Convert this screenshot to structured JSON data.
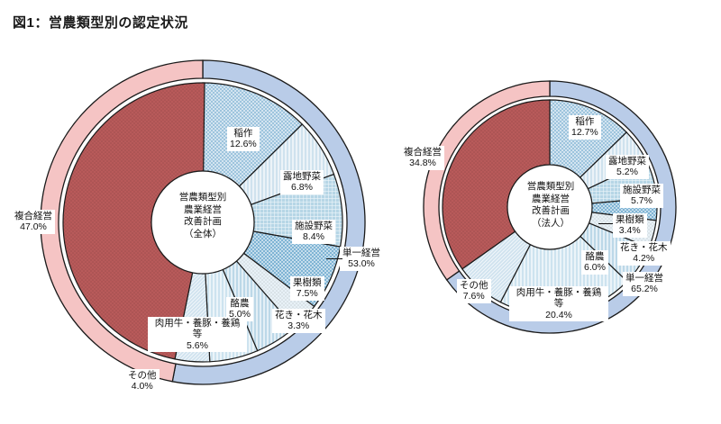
{
  "figure": {
    "title": "図1：営農類型別の認定状況"
  },
  "charts": [
    {
      "id": "overall",
      "center_lines": [
        "営農類型別",
        "農業経営",
        "改善計画",
        "（全体）"
      ],
      "outer": [
        {
          "label": "単一経営",
          "pct": "53.0%",
          "value": 53.0,
          "color": "#b9cce8"
        },
        {
          "label": "複合経営",
          "pct": "47.0%",
          "value": 47.0,
          "color": "#f5c4c4"
        }
      ],
      "inner": [
        {
          "label": "稲作",
          "pct": "12.6%",
          "value": 12.6,
          "color": "#9dc4dd",
          "pattern": "checker"
        },
        {
          "label": "露地野菜",
          "pct": "6.8%",
          "value": 6.8,
          "color": "#cfe2ee",
          "pattern": "vstripe"
        },
        {
          "label": "施設野菜",
          "pct": "8.4%",
          "value": 8.4,
          "color": "#b6d6e6",
          "pattern": "grid"
        },
        {
          "label": "果樹類",
          "pct": "7.5%",
          "value": 7.5,
          "color": "#7fb4d4",
          "pattern": "checker"
        },
        {
          "label": "花き・花木",
          "pct": "3.3%",
          "value": 3.3,
          "color": "#e8f1f7",
          "pattern": "dots"
        },
        {
          "label": "酪農",
          "pct": "5.0%",
          "value": 5.0,
          "color": "#bcd8e8",
          "pattern": "vstripe"
        },
        {
          "label": "肉用牛・養豚・養鶏等",
          "pct": "5.6%",
          "value": 5.6,
          "color": "#cde3ef",
          "pattern": "vstripe"
        },
        {
          "label": "その他",
          "pct": "4.0%",
          "value": 4.0,
          "color": "#cfe2ee",
          "pattern": "dstripe"
        },
        {
          "label": "複合経営",
          "pct": "47.0%",
          "value": 47.0,
          "color": "#b85a5a",
          "pattern": "dots"
        }
      ]
    },
    {
      "id": "corporation",
      "center_lines": [
        "営農類型別",
        "農業経営",
        "改善計画",
        "（法人）"
      ],
      "outer": [
        {
          "label": "単一経営",
          "pct": "65.2%",
          "value": 65.2,
          "color": "#b9cce8"
        },
        {
          "label": "複合経営",
          "pct": "34.8%",
          "value": 34.8,
          "color": "#f5c4c4"
        }
      ],
      "inner": [
        {
          "label": "稲作",
          "pct": "12.7%",
          "value": 12.7,
          "color": "#9dc4dd",
          "pattern": "checker"
        },
        {
          "label": "露地野菜",
          "pct": "5.2%",
          "value": 5.2,
          "color": "#cfe2ee",
          "pattern": "vstripe"
        },
        {
          "label": "施設野菜",
          "pct": "5.7%",
          "value": 5.7,
          "color": "#b6d6e6",
          "pattern": "grid"
        },
        {
          "label": "果樹類",
          "pct": "3.4%",
          "value": 3.4,
          "color": "#7fb4d4",
          "pattern": "checker"
        },
        {
          "label": "花き・花木",
          "pct": "4.2%",
          "value": 4.2,
          "color": "#e8f1f7",
          "pattern": "dots"
        },
        {
          "label": "酪農",
          "pct": "6.0%",
          "value": 6.0,
          "color": "#bcd8e8",
          "pattern": "vstripe"
        },
        {
          "label": "肉用牛・養豚・養鶏等",
          "pct": "20.4%",
          "value": 20.4,
          "color": "#cde3ef",
          "pattern": "vstripe"
        },
        {
          "label": "その他",
          "pct": "7.6%",
          "value": 7.6,
          "color": "#cfe2ee",
          "pattern": "dstripe"
        },
        {
          "label": "複合経営",
          "pct": "34.8%",
          "value": 34.8,
          "color": "#b85a5a",
          "pattern": "dots"
        }
      ]
    }
  ],
  "chart_data": {
    "type": "pie",
    "title": "図1：営農類型別の認定状況",
    "charts": [
      {
        "name": "営農類型別農業経営改善計画（全体）",
        "ring_outer": {
          "categories": [
            "単一経営",
            "複合経営"
          ],
          "values": [
            53.0,
            47.0
          ]
        },
        "ring_inner": {
          "categories": [
            "稲作",
            "露地野菜",
            "施設野菜",
            "果樹類",
            "花き・花木",
            "酪農",
            "肉用牛・養豚・養鶏等",
            "その他",
            "複合経営"
          ],
          "values": [
            12.6,
            6.8,
            8.4,
            7.5,
            3.3,
            5.0,
            5.6,
            4.0,
            47.0
          ]
        },
        "units": "%"
      },
      {
        "name": "営農類型別農業経営改善計画（法人）",
        "ring_outer": {
          "categories": [
            "単一経営",
            "複合経営"
          ],
          "values": [
            65.2,
            34.8
          ]
        },
        "ring_inner": {
          "categories": [
            "稲作",
            "露地野菜",
            "施設野菜",
            "果樹類",
            "花き・花木",
            "酪農",
            "肉用牛・養豚・養鶏等",
            "その他",
            "複合経営"
          ],
          "values": [
            12.7,
            5.2,
            5.7,
            3.4,
            4.2,
            6.0,
            20.4,
            7.6,
            34.8
          ]
        },
        "units": "%"
      }
    ],
    "legend_position": "labels-on-slices",
    "grid": false
  }
}
